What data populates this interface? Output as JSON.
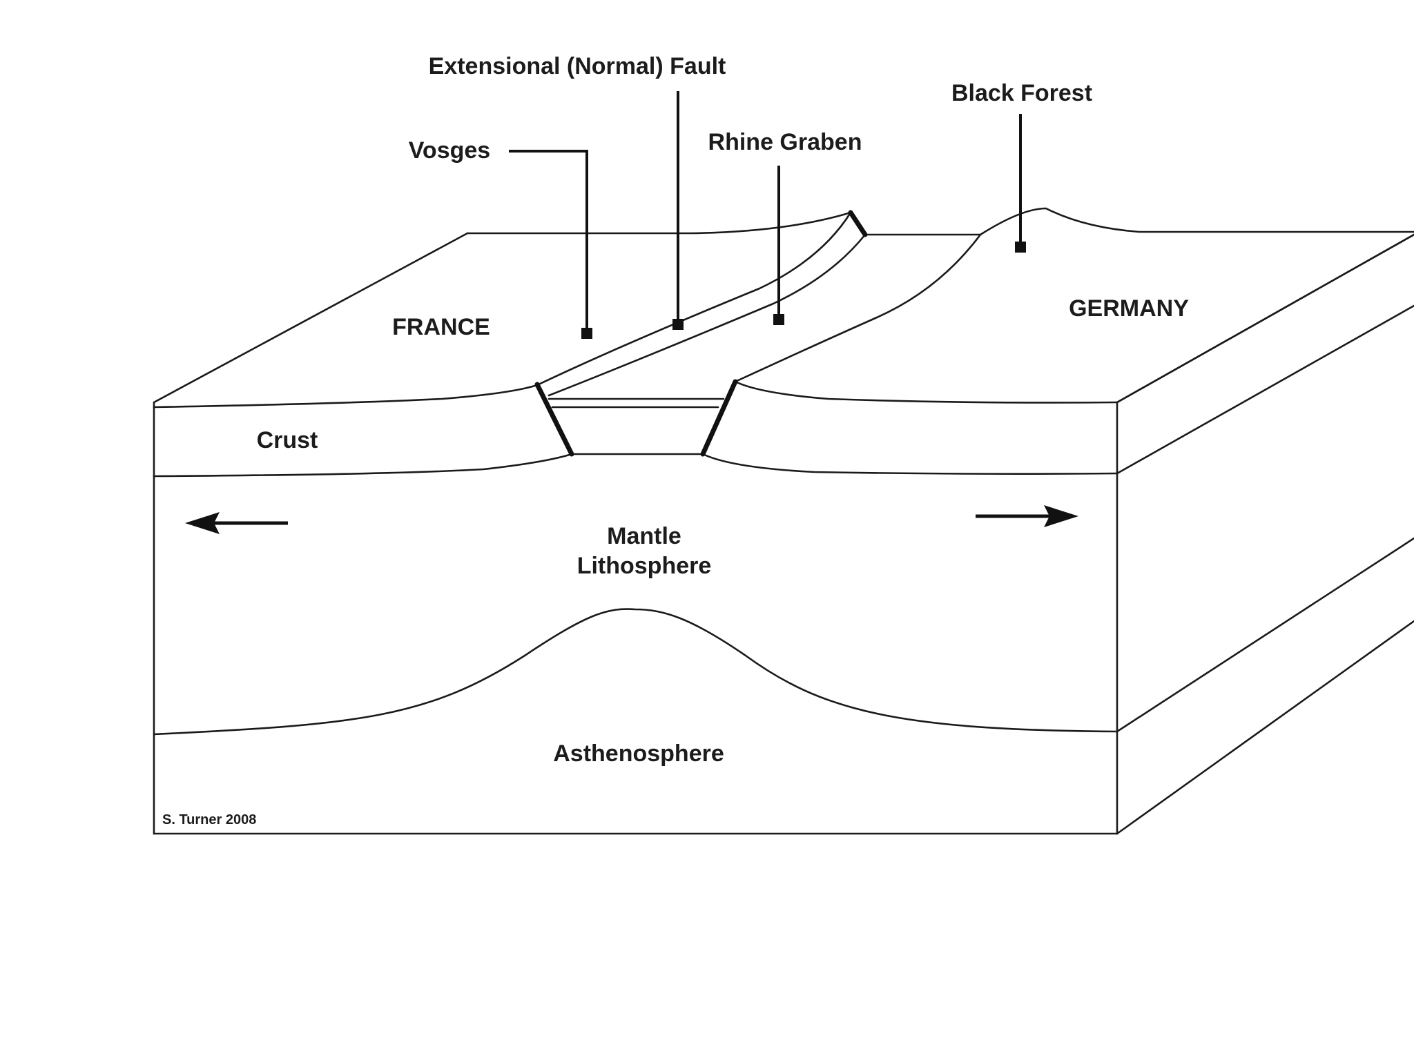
{
  "diagram": {
    "labels": {
      "extensional_fault": "Extensional (Normal) Fault",
      "black_forest": "Black Forest",
      "vosges": "Vosges",
      "rhine_graben": "Rhine Graben",
      "france": "FRANCE",
      "germany": "GERMANY",
      "crust": "Crust",
      "mantle_line1": "Mantle",
      "mantle_line2": "Lithosphere",
      "asthenosphere": "Asthenosphere",
      "credit": "S. Turner 2008"
    },
    "arrows": {
      "left": "extension-left",
      "right": "extension-right"
    },
    "colors": {
      "line": "#1a1a1a",
      "background": "#ffffff"
    }
  }
}
